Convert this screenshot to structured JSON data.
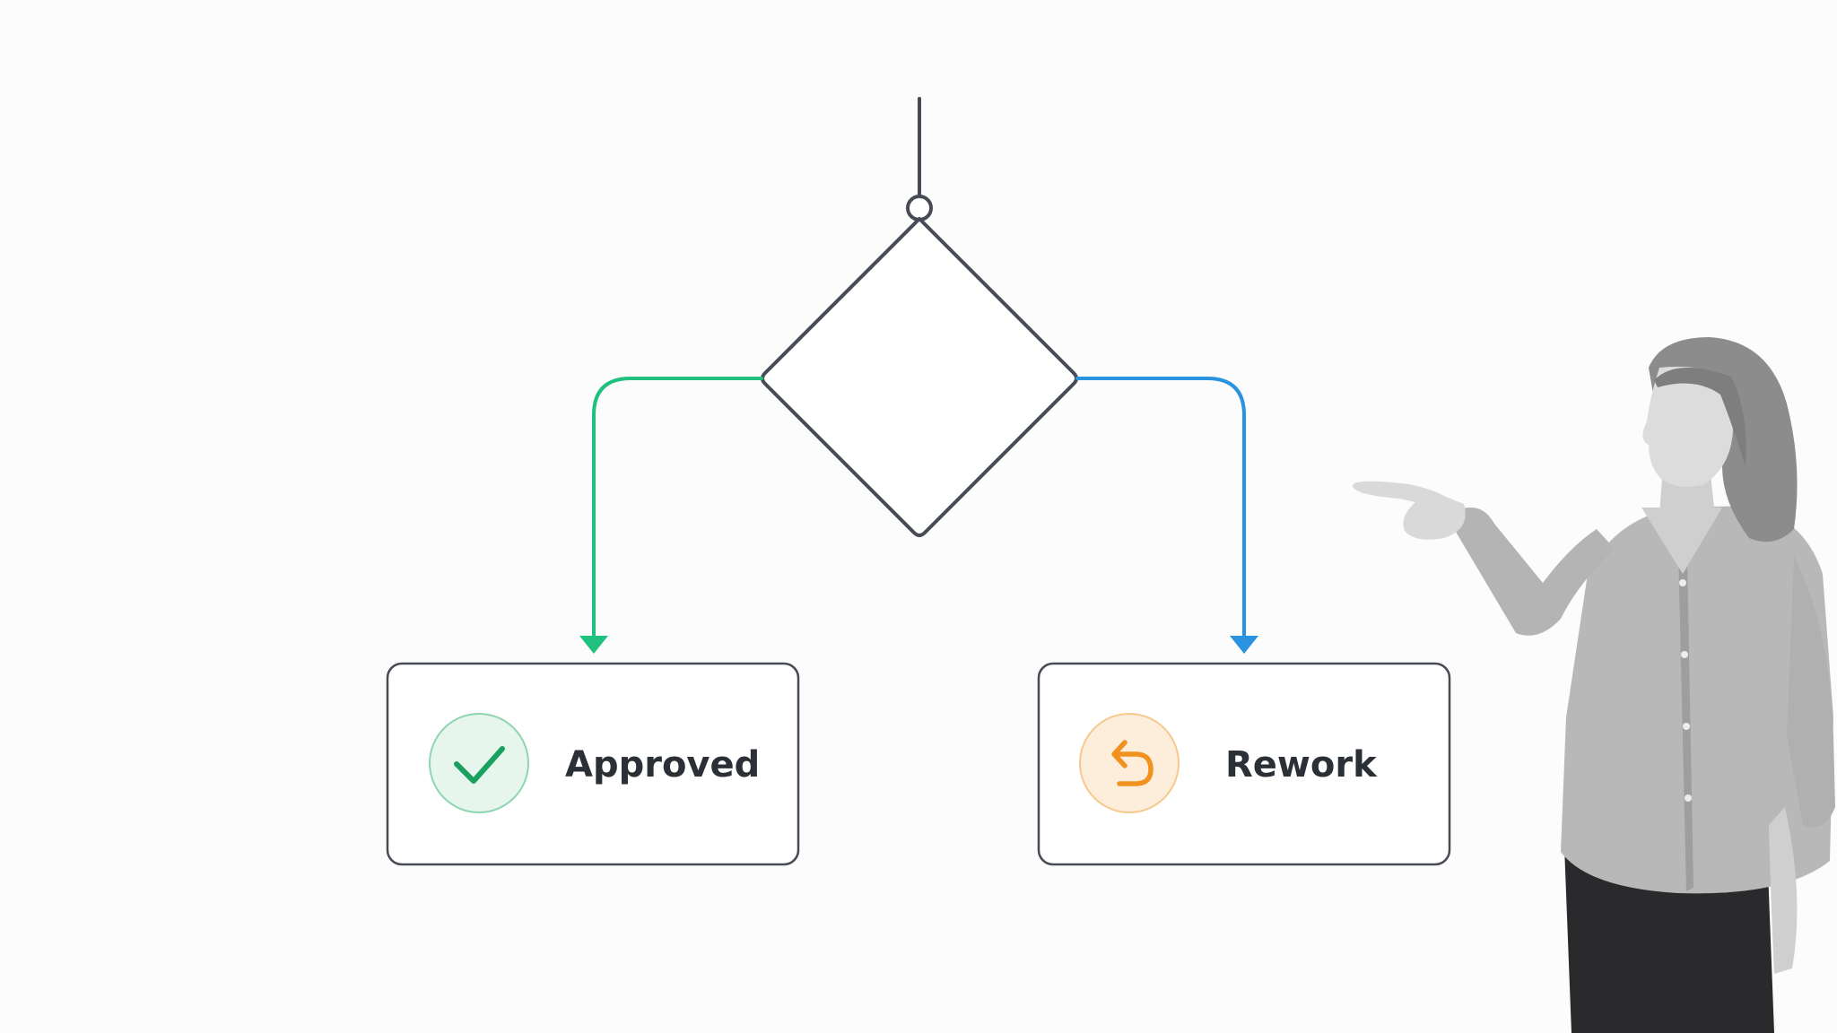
{
  "flowchart": {
    "decision": {
      "shape": "diamond",
      "label": ""
    },
    "branches": [
      {
        "id": "approved",
        "label": "Approved",
        "icon": "check-icon",
        "line_color": "#20c07e",
        "icon_color": "#1aa05f",
        "icon_bg": "#e6f6ec"
      },
      {
        "id": "rework",
        "label": "Rework",
        "icon": "undo-arrow-icon",
        "line_color": "#2a93e0",
        "icon_color": "#f0921d",
        "icon_bg": "#fdeedb"
      }
    ]
  },
  "colors": {
    "stroke": "#464b55",
    "background": "#fcfcfc"
  },
  "presenter": {
    "type": "photo",
    "description_icon": "presenter-pointing-icon"
  }
}
